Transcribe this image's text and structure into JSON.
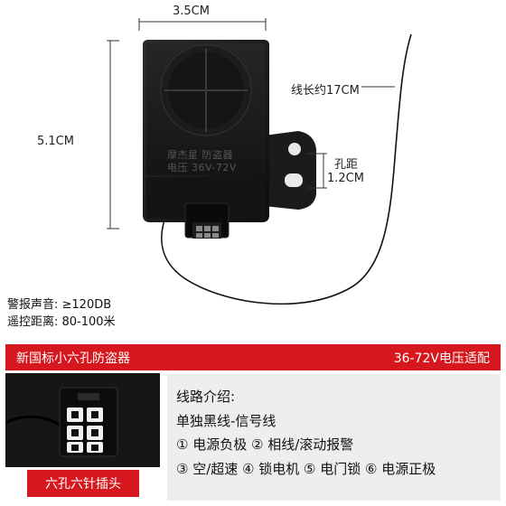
{
  "dimensions": {
    "width": "3.5CM",
    "height": "5.1CM",
    "wire_length": "线长约17CM",
    "hole_pitch_title": "孔距",
    "hole_pitch_value": "1.2CM"
  },
  "device_label": {
    "line1": "摩杰星 防盗器",
    "line2": "电压 36V-72V"
  },
  "specs": [
    "警报声音: ≥120DB",
    "遥控距离: 80-100米"
  ],
  "banner": {
    "left": "新国标小六孔防盗器",
    "right": "36-72V电压适配"
  },
  "connector_label": "六孔六针插头",
  "wiring": {
    "title": "线路介绍:",
    "line1": "单独黑线-信号线",
    "line2": "① 电源负极 ② 相线/滚动报警",
    "line3": "③ 空/超速 ④ 锁电机 ⑤ 电门锁 ⑥ 电源正极"
  },
  "colors": {
    "banner_red": "#d6171d",
    "device_black": "#1a1a1a",
    "panel_gray": "#eeeeee"
  }
}
